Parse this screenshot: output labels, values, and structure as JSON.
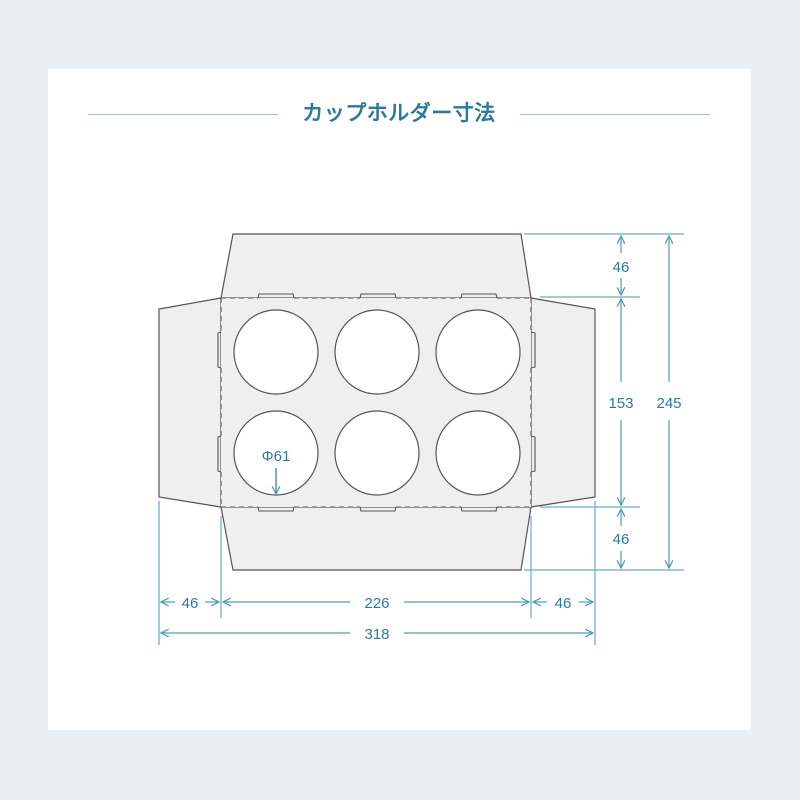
{
  "title": "カップホルダー寸法",
  "colors": {
    "background": "#e8f0f3",
    "card": "#ffffff",
    "accent": "#2b7a98",
    "dimension_line": "#5aa3bd",
    "title_rule": "#9cc4d2",
    "panel_fill": "#efefef",
    "outline": "#4a4a4a"
  },
  "diagram": {
    "type": "die-cut template",
    "subject": "cup holder (6 cups, 2 rows x 3)",
    "cup_holes": 6,
    "cup_diameter_label": "Φ61",
    "dimensions": {
      "width_left_flap": "46",
      "width_center": "226",
      "width_right_flap": "46",
      "width_total": "318",
      "height_top_flap": "46",
      "height_center": "153",
      "height_bottom_flap": "46",
      "height_total": "245"
    }
  }
}
